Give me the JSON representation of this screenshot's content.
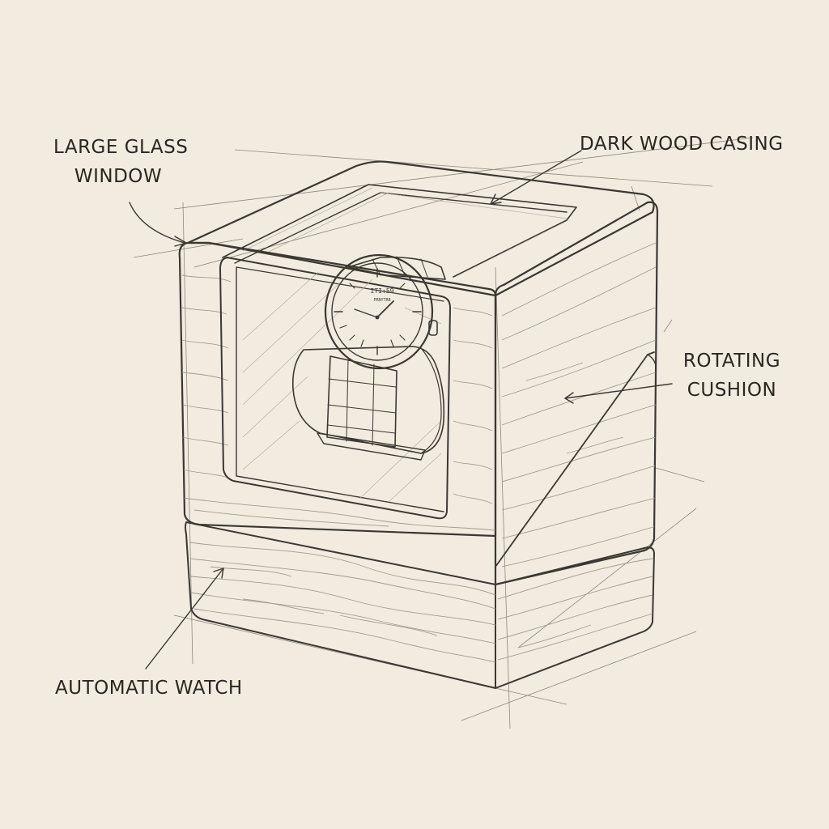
{
  "labels": {
    "glass_window": [
      "LARGE GLASS",
      "WINDOW"
    ],
    "wood_casing": "DARK WOOD CASING",
    "rotating_cushion": [
      "ROTATING",
      "CUSHION"
    ],
    "automatic_watch": "AUTOMATIC WATCH"
  },
  "watch_dial_text": [
    "ITI:59",
    "PRNYTRB"
  ],
  "colors": {
    "paper": "#f1ecdf",
    "ink": "#3b3833",
    "light_ink": "#a29c90"
  }
}
